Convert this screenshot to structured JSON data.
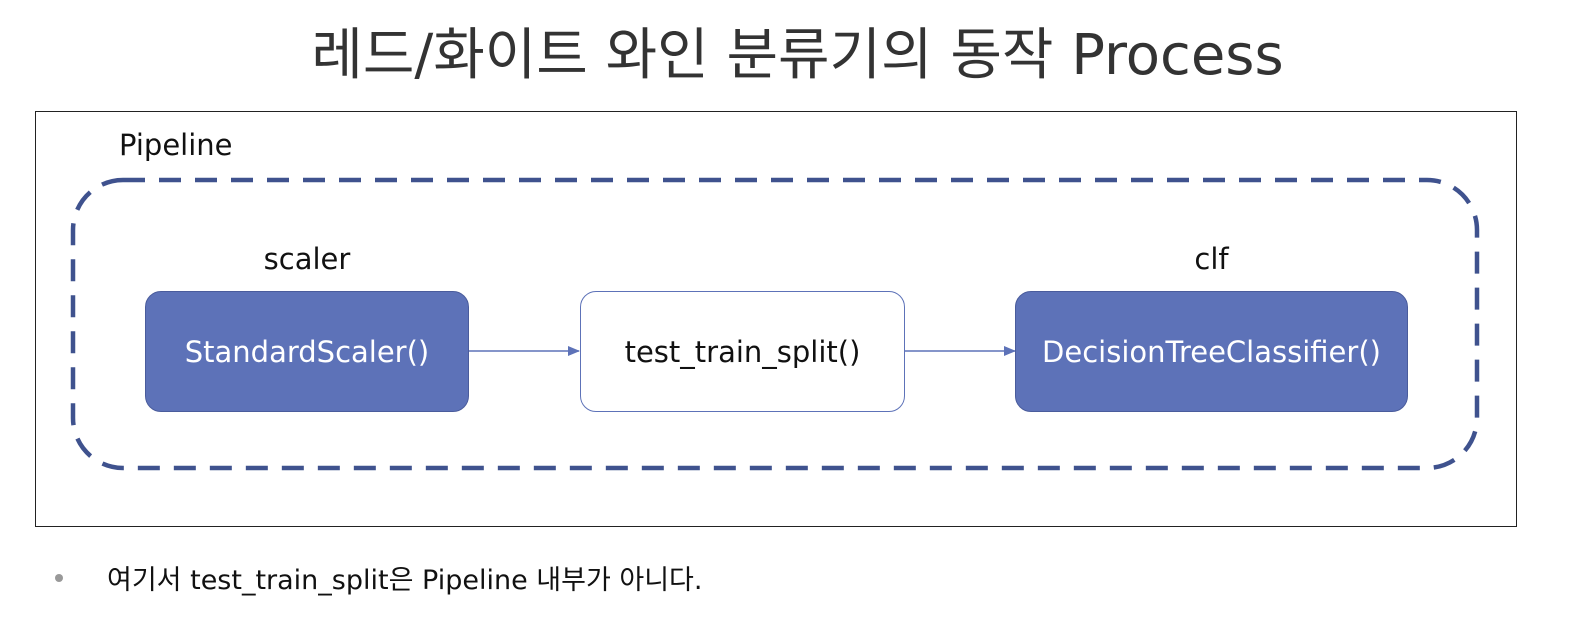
{
  "title": "레드/화이트 와인 분류기의 동작 Process",
  "pipeline": {
    "label": "Pipeline",
    "steps": [
      {
        "name": "scaler",
        "box_label": "StandardScaler()"
      },
      {
        "name": "",
        "box_label": "test_train_split()"
      },
      {
        "name": "clf",
        "box_label": "DecisionTreeClassifier()"
      }
    ]
  },
  "colors": {
    "accent": "#5d72b8",
    "dashed_border": "#3f528e"
  },
  "note": "여기서 test_train_split은 Pipeline 내부가 아니다."
}
